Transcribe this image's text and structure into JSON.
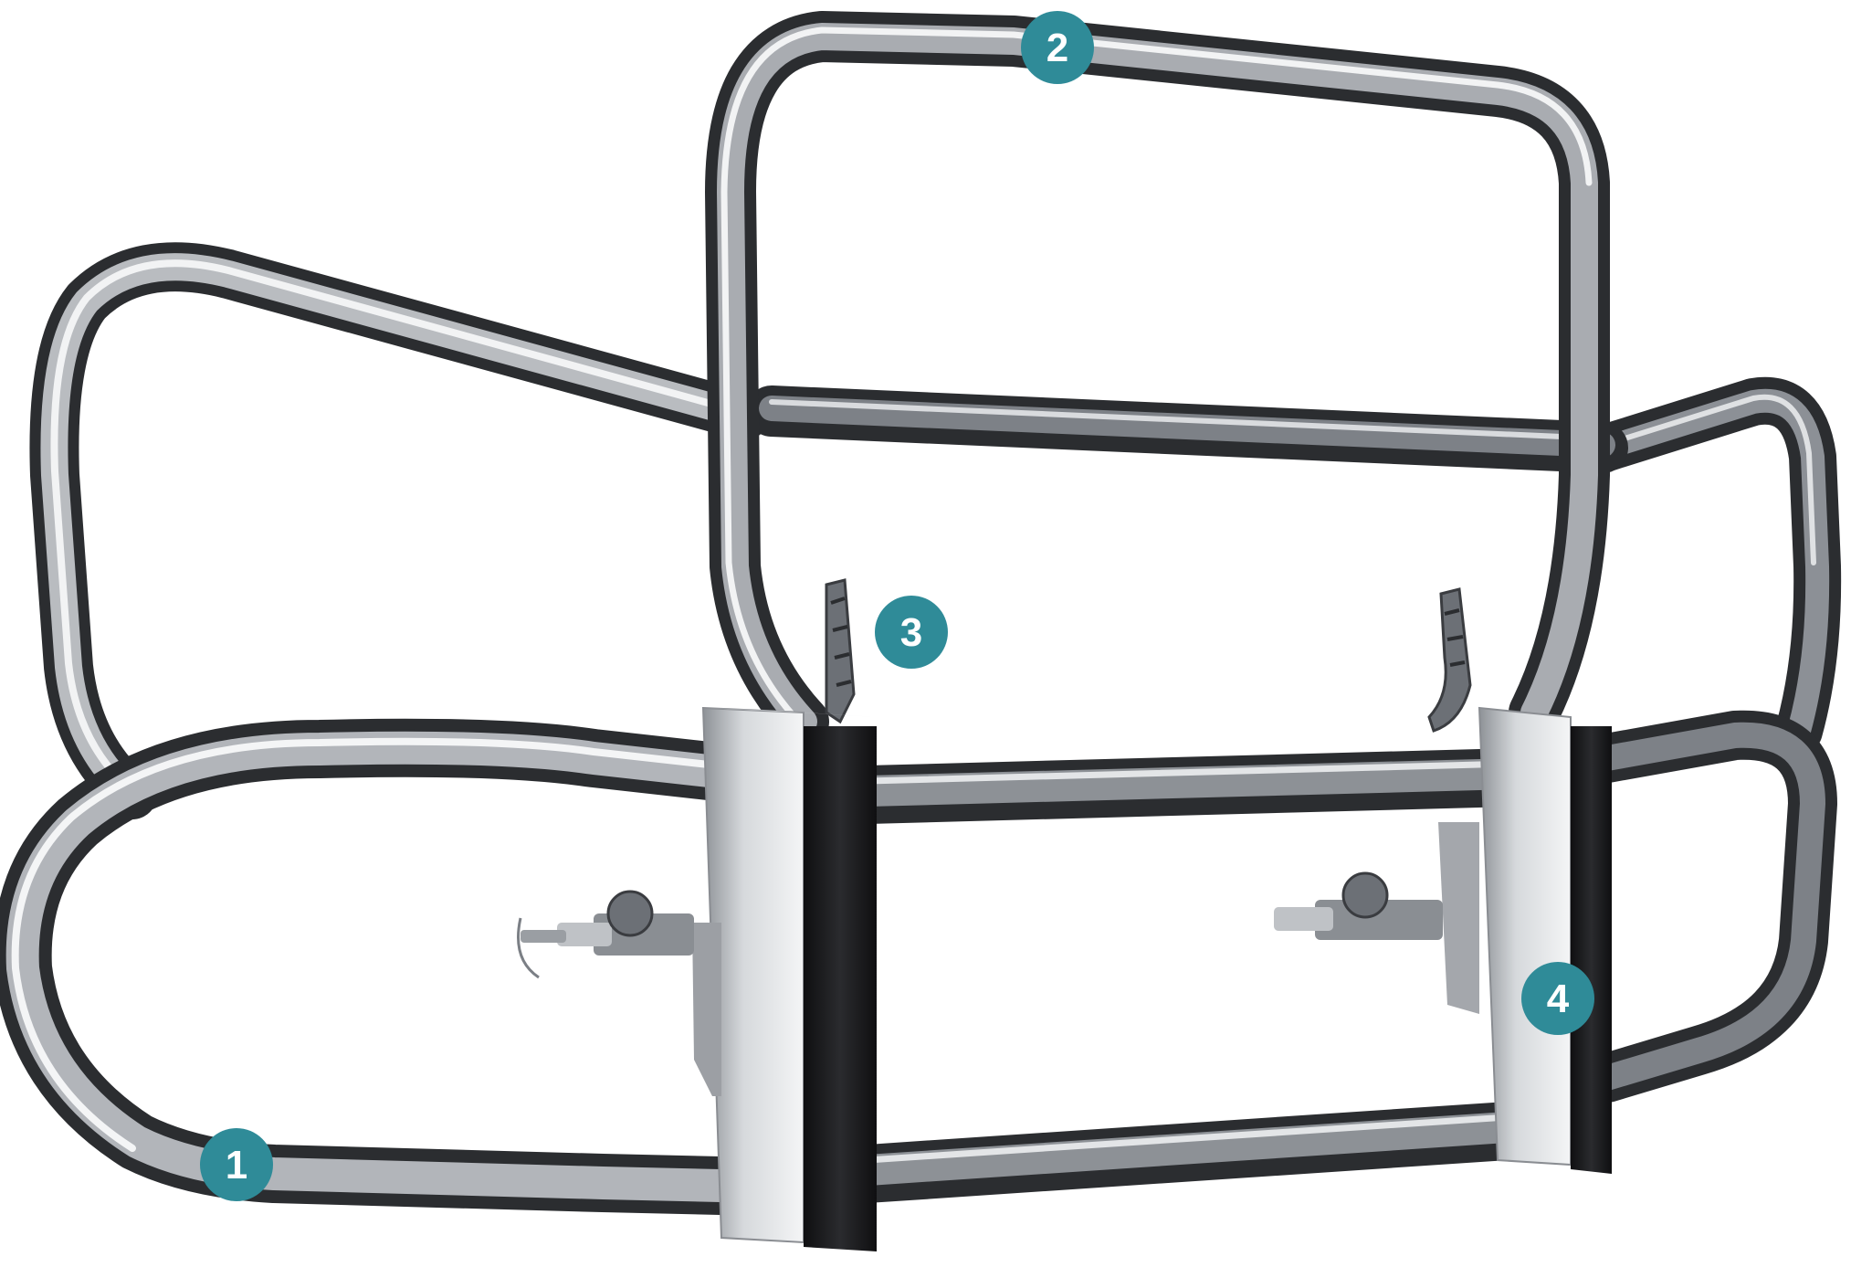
{
  "colors": {
    "callout": "#2f8b98",
    "callout_text": "#ffffff",
    "tube_dark": "#2b2d30",
    "tube_mid": "#8c9096",
    "tube_light": "#e6e8ea",
    "bracket": "#bfc2c6",
    "pad": "#1a1a1c"
  },
  "callouts": [
    {
      "id": "1",
      "label": "1"
    },
    {
      "id": "2",
      "label": "2"
    },
    {
      "id": "3",
      "label": "3"
    },
    {
      "id": "4",
      "label": "4"
    }
  ]
}
